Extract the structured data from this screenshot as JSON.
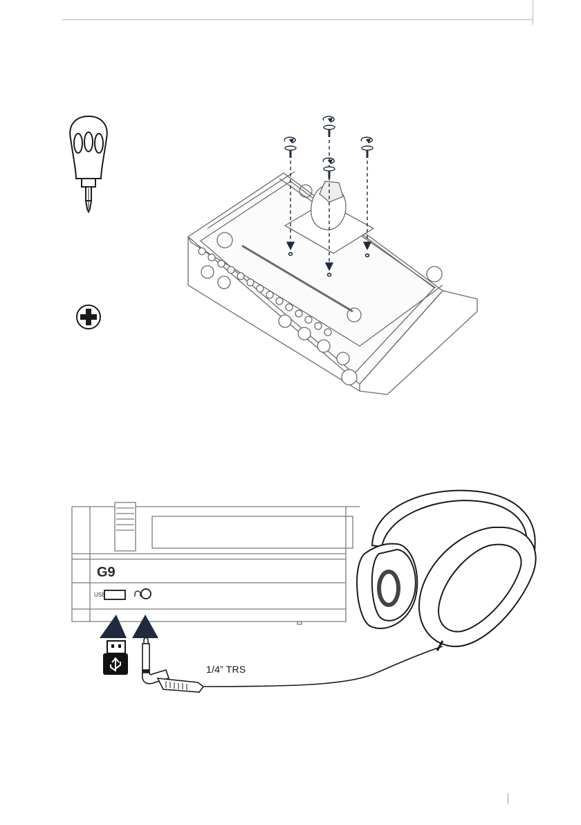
{
  "page": {
    "background": "#ffffff",
    "rule_color": "#b5b5b5",
    "line_color": "#2a2a2a",
    "arrow_color": "#1f2a3c"
  },
  "figure_mount": {
    "tool_icons": [
      "phillips-screwdriver-icon",
      "phillips-head-icon"
    ],
    "screws": 4
  },
  "figure_headphones": {
    "brand_logo": "G9",
    "usb_port_label": "USB",
    "cable_label": "1/4” TRS",
    "icons": [
      "usb-icon",
      "trs-plug-icon",
      "headphones-icon"
    ]
  }
}
